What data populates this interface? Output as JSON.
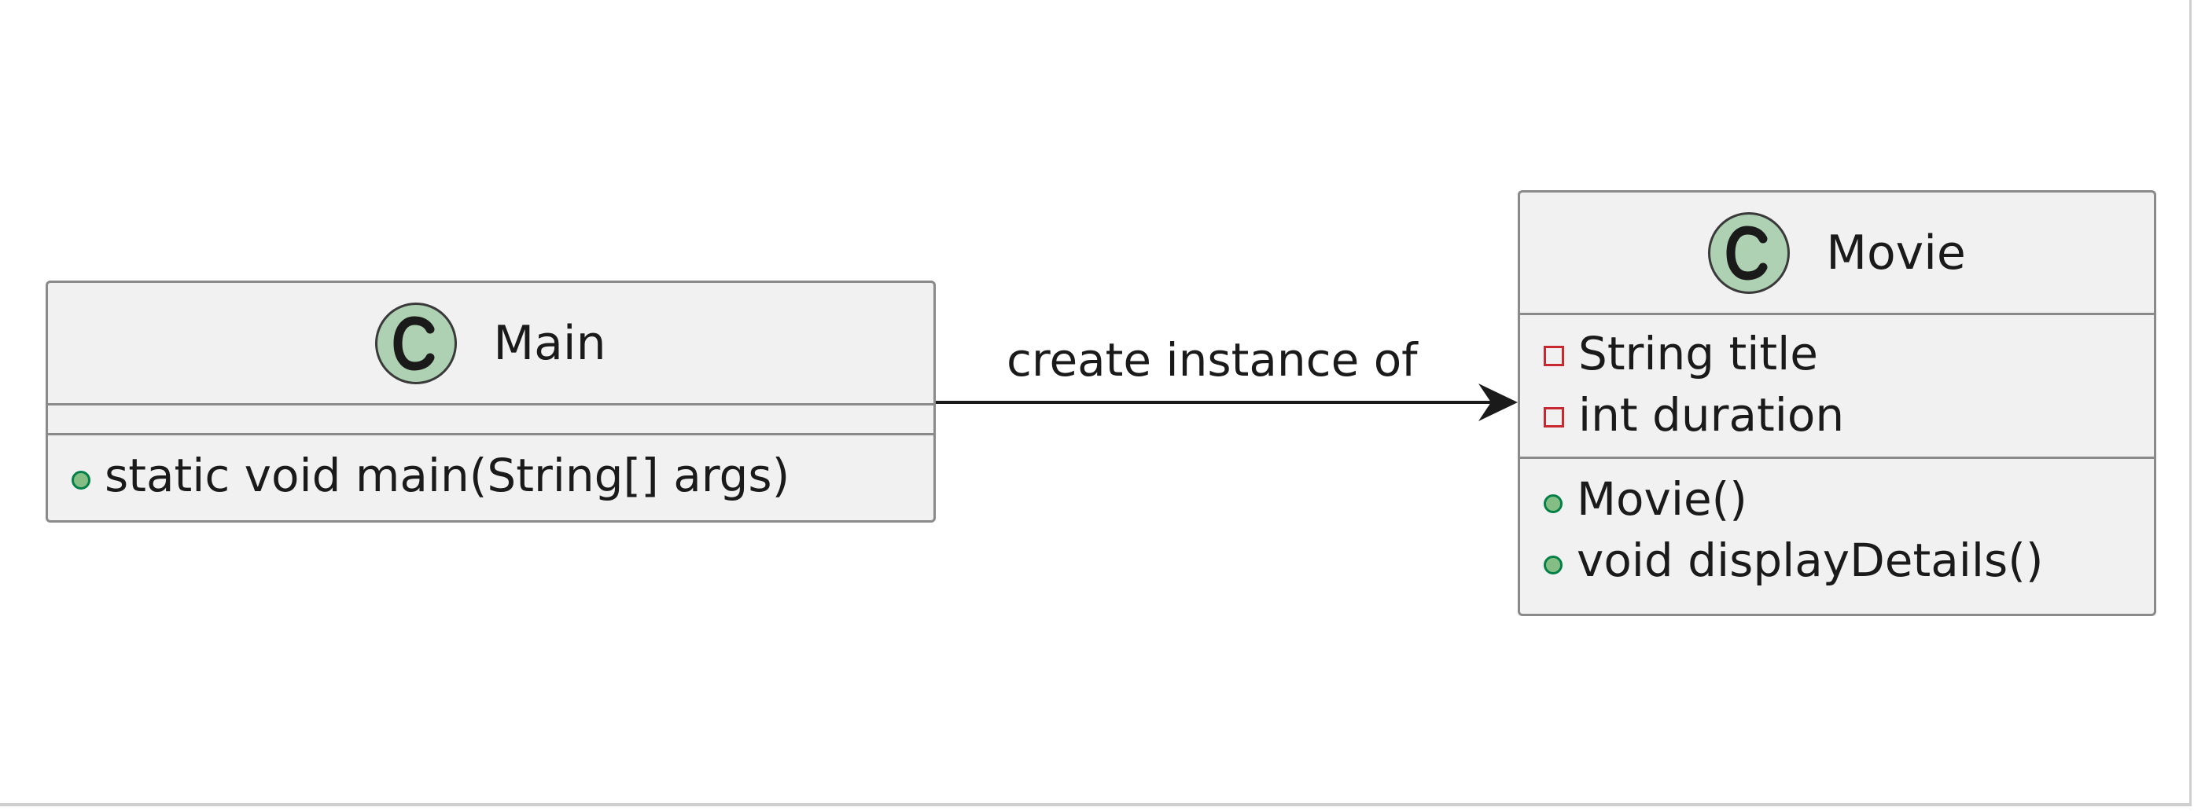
{
  "diagram": {
    "classes": [
      {
        "name": "Main",
        "stereotype_letter": "C",
        "attributes": [],
        "methods": [
          {
            "visibility": "public",
            "text": "static void main(String[] args)"
          }
        ]
      },
      {
        "name": "Movie",
        "stereotype_letter": "C",
        "attributes": [
          {
            "visibility": "private",
            "text": "String title"
          },
          {
            "visibility": "private",
            "text": "int duration"
          }
        ],
        "methods": [
          {
            "visibility": "public",
            "text": "Movie()"
          },
          {
            "visibility": "public",
            "text": "void displayDetails()"
          }
        ]
      }
    ],
    "relations": [
      {
        "from": "Main",
        "to": "Movie",
        "label": "create instance of",
        "arrow": "open"
      }
    ],
    "colors": {
      "class_fill": "#f1f1f1",
      "class_border": "#8a8a8a",
      "badge_fill": "#add1b2",
      "public_marker": "#84be84",
      "private_marker": "#c82930",
      "arrow": "#1a1a1a"
    }
  }
}
